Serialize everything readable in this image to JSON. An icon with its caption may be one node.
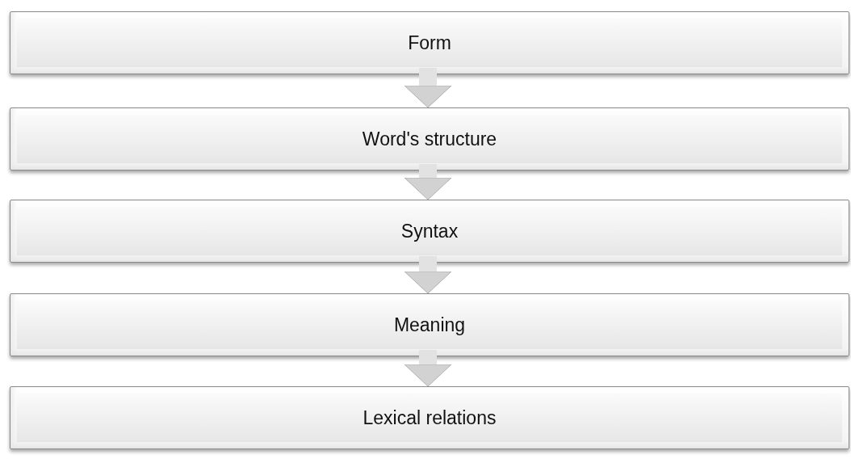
{
  "diagram": {
    "nodes": [
      {
        "text": [
          "Form"
        ]
      },
      {
        "text": [
          "Word's structure"
        ]
      },
      {
        "text": [
          "Syntax"
        ]
      },
      {
        "text": [
          "Meaning"
        ]
      },
      {
        "text": [
          "Lexical relations"
        ]
      }
    ],
    "edges": [
      {
        "from": 0,
        "to": 1,
        "arrow": "to"
      },
      {
        "from": 1,
        "to": 2,
        "arrow": "to"
      },
      {
        "from": 2,
        "to": 3,
        "arrow": "to"
      },
      {
        "from": 3,
        "to": 4,
        "arrow": "to"
      }
    ]
  }
}
